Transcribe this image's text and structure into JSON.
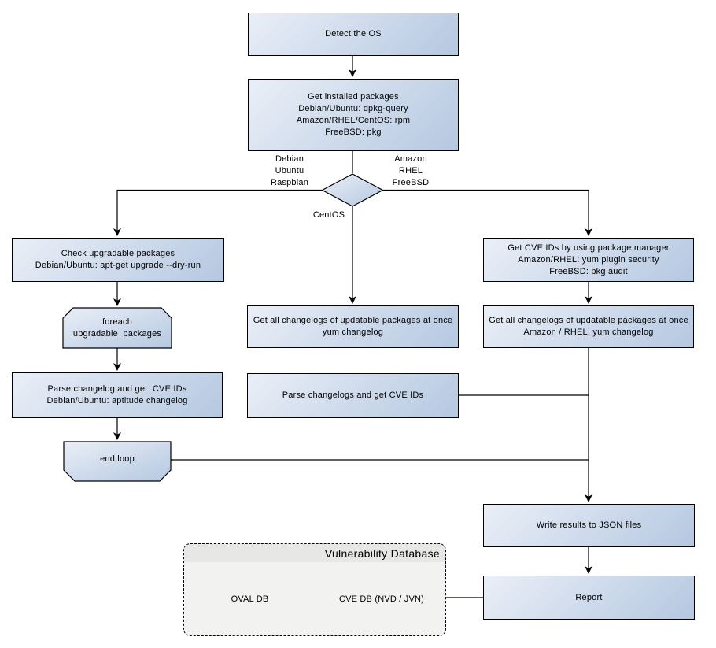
{
  "diagram": {
    "nodes": {
      "detect_os": {
        "lines": [
          "Detect the OS"
        ]
      },
      "get_installed_packages": {
        "lines": [
          "Get installed packages",
          "Debian/Ubuntu: dpkg-query",
          "Amazon/RHEL/CentOS: rpm",
          "FreeBSD: pkg"
        ]
      },
      "check_upgradable": {
        "lines": [
          "Check upgradable packages",
          "Debian/Ubuntu: apt-get upgrade --dry-run"
        ]
      },
      "foreach_loop": {
        "lines": [
          "foreach",
          "upgradable  packages"
        ]
      },
      "parse_changelog_deb": {
        "lines": [
          "Parse changelog and get  CVE IDs",
          "Debian/Ubuntu: aptitude changelog"
        ]
      },
      "end_loop": {
        "lines": [
          "end loop"
        ]
      },
      "get_changelogs_centos": {
        "lines": [
          "Get all changelogs of updatable packages at once",
          "yum changelog"
        ]
      },
      "parse_changelogs_centos": {
        "lines": [
          "Parse changelogs and get CVE IDs"
        ]
      },
      "get_cve_ids_pkg_mgr": {
        "lines": [
          "Get CVE IDs by using package manager",
          "Amazon/RHEL: yum plugin security",
          "FreeBSD: pkg audit"
        ]
      },
      "get_changelogs_amazon": {
        "lines": [
          "Get all changelogs of updatable packages at once",
          "Amazon / RHEL: yum changelog"
        ]
      },
      "write_results": {
        "lines": [
          "Write results to JSON files"
        ]
      },
      "report": {
        "lines": [
          "Report"
        ]
      }
    },
    "edge_labels": {
      "left_branch": {
        "lines": [
          "Debian",
          "Ubuntu",
          "Raspbian"
        ]
      },
      "right_branch": {
        "lines": [
          "Amazon",
          "RHEL",
          "FreeBSD"
        ]
      },
      "bottom_branch": "CentOS"
    },
    "database": {
      "title": "Vulnerability Database",
      "cylinders": [
        {
          "label": "OVAL DB"
        },
        {
          "label": "CVE DB (NVD / JVN)"
        }
      ]
    },
    "colors": {
      "node_fill_light": "#eaeff7",
      "node_fill_dark": "#b5c8e1",
      "node_border": "#000000",
      "container_fill": "#f2f2f0",
      "container_header": "#e7e7e5",
      "connector": "#000000"
    }
  }
}
